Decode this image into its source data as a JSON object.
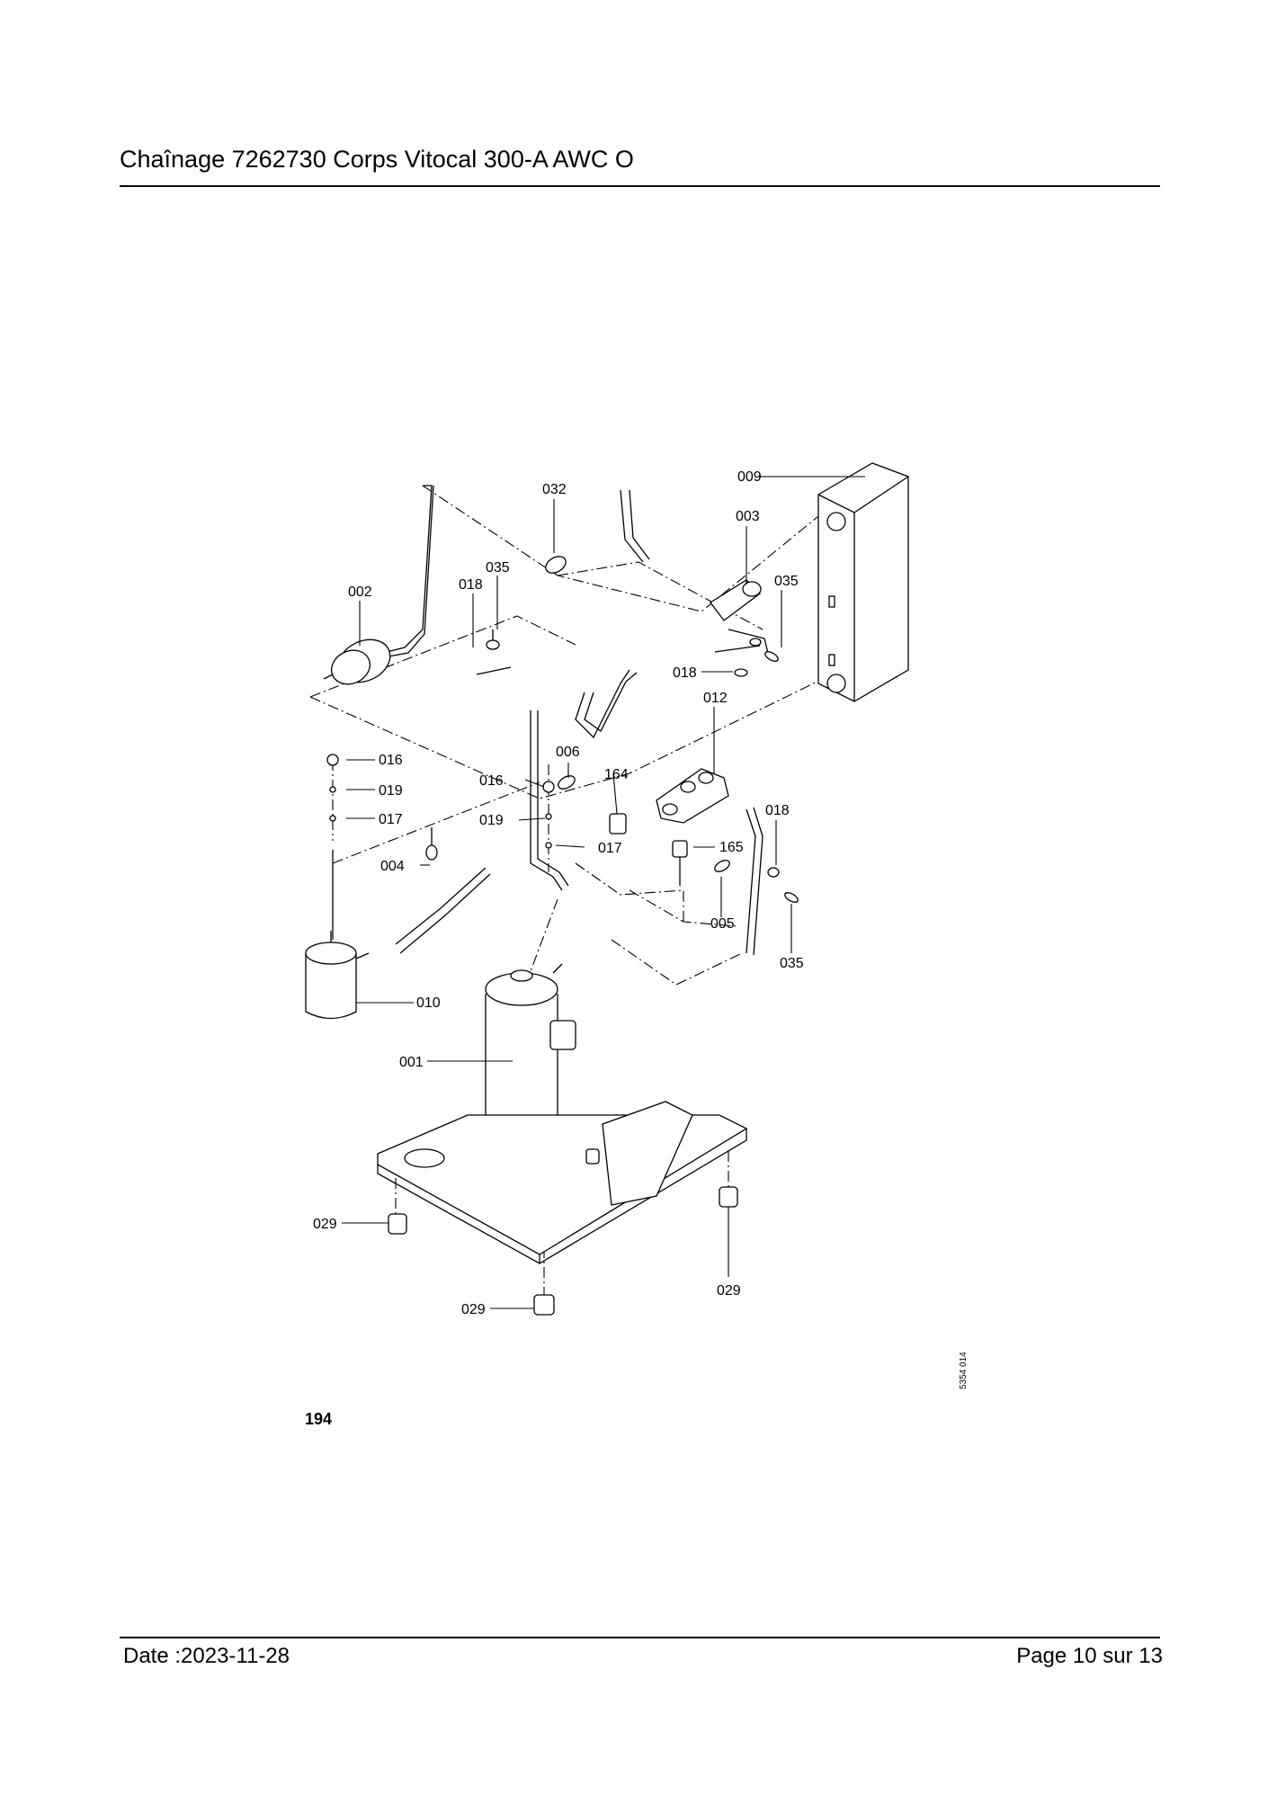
{
  "header": {
    "title": "Chaînage 7262730 Corps Vitocal 300-A AWC O"
  },
  "figure": {
    "number": "194",
    "reference": "5354 014",
    "labels": {
      "p001": "001",
      "p002": "002",
      "p003": "003",
      "p004": "004",
      "p005": "005",
      "p006": "006",
      "p009": "009",
      "p010": "010",
      "p012": "012",
      "p016a": "016",
      "p016b": "016",
      "p017a": "017",
      "p017b": "017",
      "p018a": "018",
      "p018b": "018",
      "p018c": "018",
      "p019a": "019",
      "p019b": "019",
      "p029a": "029",
      "p029b": "029",
      "p029c": "029",
      "p032": "032",
      "p035a": "035",
      "p035b": "035",
      "p035c": "035",
      "p164": "164",
      "p165": "165"
    }
  },
  "footer": {
    "date": "Date :2023-11-28",
    "page": "Page 10 sur  13"
  }
}
